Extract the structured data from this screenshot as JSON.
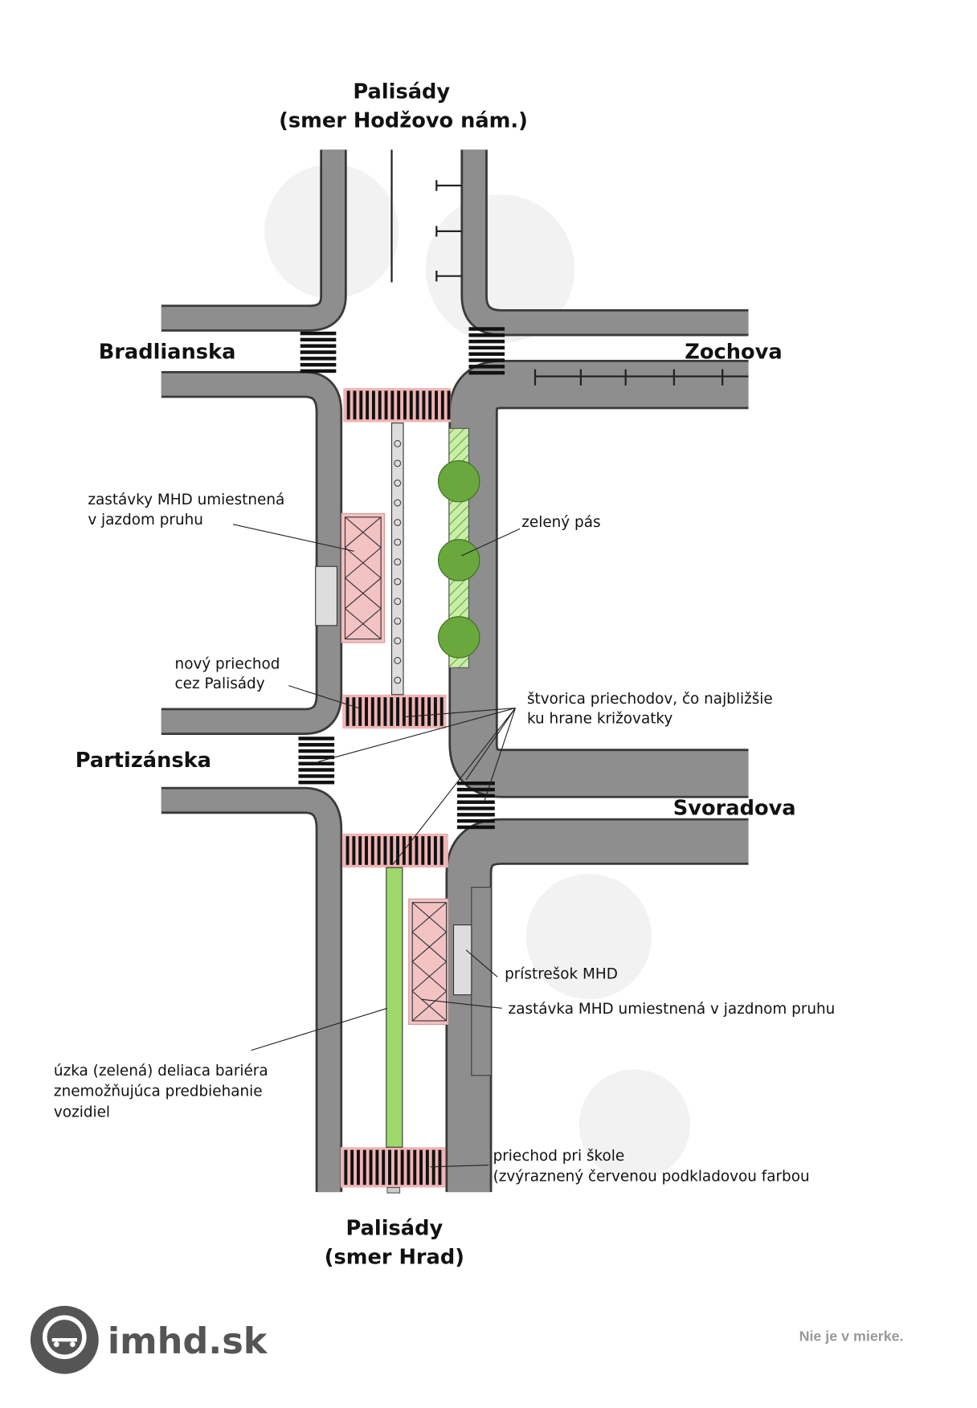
{
  "directions": {
    "top": {
      "line1": "Palisády",
      "line2": "(smer Hodžovo nám.)"
    },
    "bottom": {
      "line1": "Palisády",
      "line2": "(smer Hrad)"
    }
  },
  "streets": {
    "bradlianska": "Bradlianska",
    "zochova": "Zochova",
    "partizanska": "Partizánska",
    "svoradova": "Svoradova"
  },
  "annotations": {
    "stops_upper": {
      "line1": "zastávky MHD umiestnená",
      "line2": "v jazdom pruhu"
    },
    "green_strip": "zelený pás",
    "new_crossing": {
      "line1": "nový priechod",
      "line2": "cez Palisády"
    },
    "four_crossings": {
      "line1": "štvorica priechodov, čo najbližšie",
      "line2": "ku hrane križovatky"
    },
    "shelter": "prístrešok MHD",
    "stop_lower": "zastávka MHD umiestnená v jazdnom pruhu",
    "barrier": {
      "line1": "úzka (zelená) deliaca bariéra",
      "line2": "znemožňujúca predbiehanie",
      "line3": "vozidiel"
    },
    "school_crossing": {
      "line1": "priechod pri škole",
      "line2": "(zvýraznený červenou podkladovou farbou"
    }
  },
  "footer": {
    "brand": "imhd.sk",
    "scale_note": "Nie je v mierke."
  },
  "colors": {
    "road": "#8e8e8e",
    "crossing_red": "#f0b4b4",
    "stop_pink": "#f3c2c2",
    "green": "#9fd86a",
    "tree": "#6aa83e",
    "logo": "#555555"
  }
}
